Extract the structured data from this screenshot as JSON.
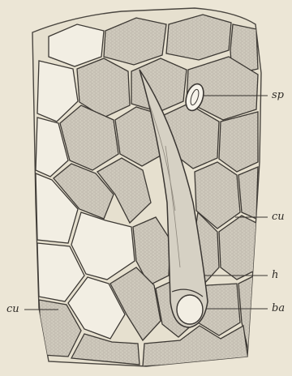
{
  "figure": {
    "labels": {
      "sp": "sp",
      "cu_right": "cu",
      "h": "h",
      "ba": "ba",
      "cu_left": "cu"
    },
    "colors": {
      "paper": "#ece6d6",
      "ink": "#3a3632",
      "cell_fill": "#c9c4b6",
      "hair_fill": "#d6d1c4"
    }
  }
}
